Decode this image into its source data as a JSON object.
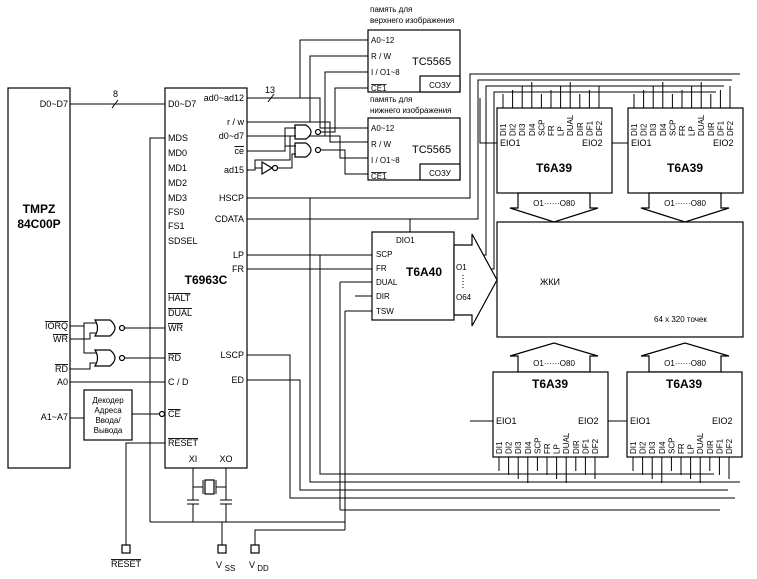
{
  "mcu": {
    "name_line1": "TMPZ",
    "name_line2": "84C00P",
    "pin_data": "D0~D7",
    "bus_width": "8",
    "pin_iorq": "IORQ",
    "pin_wr": "WR",
    "pin_rd": "RD",
    "pin_a0": "A0",
    "pin_a1a7": "A1~A7"
  },
  "decoder": {
    "line1": "Декодер",
    "line2": "Адреса",
    "line3": "Ввода/",
    "line4": "Вывода"
  },
  "controller": {
    "name": "T6963C",
    "left_pins": [
      "D0~D7",
      "MDS",
      "MD0",
      "MD1",
      "MD2",
      "MD3",
      "FS0",
      "FS1",
      "SDSEL",
      "HALT",
      "DUAL",
      "WR",
      "RD",
      "C / D",
      "CE",
      "RESET"
    ],
    "right_pins": [
      "ad0~ad12",
      "r / w",
      "d0~d7",
      "ce",
      "ad15",
      "HSCP",
      "CDATA",
      "LP",
      "FR",
      "LSCP",
      "ED"
    ],
    "bottom_pins": [
      "XI",
      "XO"
    ],
    "addr_bus_width": "13"
  },
  "ram_top": {
    "caption_line1": "память для",
    "caption_line2": "верхнего изображения",
    "name": "TC5565",
    "pins": [
      "A0~12",
      "R / W",
      "I / O1~8",
      "CE1"
    ],
    "label": "СОЗУ"
  },
  "ram_bottom": {
    "caption_line1": "память для",
    "caption_line2": "нижнего изображения",
    "name": "TC5565",
    "pins": [
      "A0~12",
      "R / W",
      "I / O1~8",
      "CE1"
    ],
    "label": "СОЗУ"
  },
  "column_driver_pins": [
    "DI1",
    "DI2",
    "DI3",
    "DI4",
    "SCP",
    "FR",
    "LP",
    "DUAL",
    "DIR",
    "DF1",
    "DF2"
  ],
  "column_drivers": [
    {
      "name": "T6A39",
      "eio1": "EIO1",
      "eio2": "EIO2",
      "out": "O1······O80"
    },
    {
      "name": "T6A39",
      "eio1": "EIO1",
      "eio2": "EIO2",
      "out": "O1······O80"
    },
    {
      "name": "T6A39",
      "eio1": "EIO1",
      "eio2": "EIO2",
      "out": "O1······O80"
    },
    {
      "name": "T6A39",
      "eio1": "EIO1",
      "eio2": "EIO2",
      "out": "O1······O80"
    }
  ],
  "row_driver": {
    "name": "T6A40",
    "pins": [
      "DIO1",
      "SCP",
      "FR",
      "DUAL",
      "DIR",
      "TSW"
    ],
    "out_top": "O1",
    "out_bottom": "O64"
  },
  "lcd": {
    "label": "ЖКИ",
    "resolution": "64 x 320 точек"
  },
  "bottom_terminals": {
    "reset": "RESET",
    "vss": "V",
    "vss_sub": "SS",
    "vdd": "V",
    "vdd_sub": "DD"
  }
}
